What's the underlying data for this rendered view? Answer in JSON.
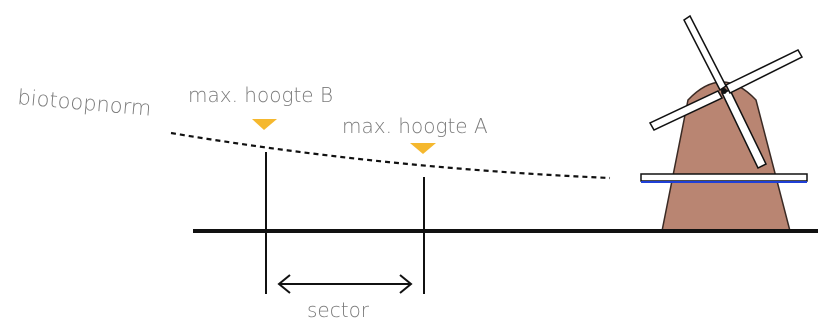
{
  "labels": {
    "curve": "biotoopnorm",
    "marker_b": "max. hoogte B",
    "marker_a": "max. hoogte A",
    "sector": "sector"
  },
  "colors": {
    "mill_body": "#b98572",
    "marker": "#f5b82e",
    "line": "#111111",
    "label": "#7a7a7a",
    "stage_accent": "#1f3fd6"
  },
  "elements": [
    "windmill",
    "sails",
    "stage",
    "ground",
    "biotoopnorm-curve",
    "marker-b",
    "marker-a",
    "sector-arrow"
  ]
}
